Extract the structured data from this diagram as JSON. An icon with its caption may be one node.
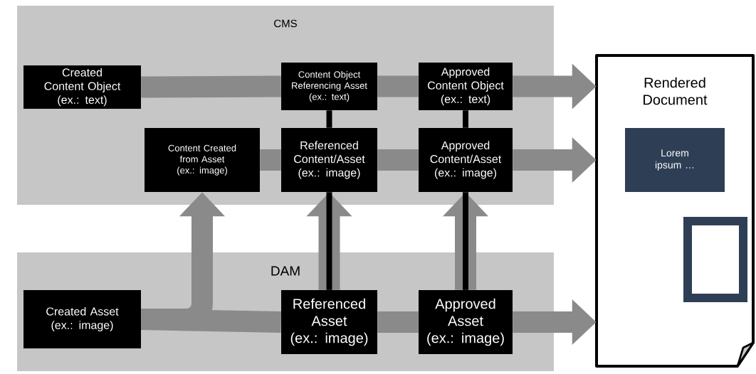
{
  "diagram": {
    "nodes": [
      {
        "text": [
          "CMS"
        ]
      },
      {
        "text": [
          "Created Content Object",
          "(ex.: text)"
        ],
        "in": 0
      },
      {
        "text": [
          "Content Object Referencing Asset",
          "(ex.: text)"
        ],
        "in": 0
      },
      {
        "text": [
          "Approved Content Object",
          "(ex.: text)"
        ],
        "in": 0
      },
      {
        "text": [
          "Content Created from Asset",
          "(ex.: image)"
        ],
        "in": 0
      },
      {
        "text": [
          "Referenced Content/Asset",
          "(ex.: image)"
        ],
        "in": 0
      },
      {
        "text": [
          "Approved Content/Asset",
          "(ex.: image)"
        ],
        "in": 0
      },
      {
        "text": [
          "DAM"
        ]
      },
      {
        "text": [
          "Created Asset",
          "(ex.: image)"
        ],
        "in": 7
      },
      {
        "text": [
          "Referenced Asset",
          "(ex.: image)"
        ],
        "in": 7
      },
      {
        "text": [
          "Approved Asset",
          "(ex.: image)"
        ],
        "in": 7
      },
      {
        "text": [
          "Rendered Document"
        ]
      },
      {
        "text": [
          "Lorem ipsum …"
        ],
        "in": 11
      },
      {
        "text": [],
        "shape": "box",
        "in": 11
      }
    ],
    "edges": [
      {
        "from": 1,
        "to": 2,
        "arrow": "none"
      },
      {
        "from": 2,
        "to": 3,
        "arrow": "none"
      },
      {
        "from": 3,
        "to": 11,
        "arrow": "to"
      },
      {
        "from": 4,
        "to": 5,
        "arrow": "none"
      },
      {
        "from": 5,
        "to": 6,
        "arrow": "none"
      },
      {
        "from": 6,
        "to": 11,
        "arrow": "to"
      },
      {
        "from": 8,
        "to": 9,
        "arrow": "none"
      },
      {
        "from": 9,
        "to": 10,
        "arrow": "none"
      },
      {
        "from": 10,
        "to": 11,
        "arrow": "to"
      },
      {
        "from": 8,
        "to": 4,
        "arrow": "to"
      },
      {
        "from": 9,
        "to": 5,
        "arrow": "to"
      },
      {
        "from": 10,
        "to": 6,
        "arrow": "to"
      },
      {
        "from": 2,
        "to": 5,
        "arrow": "none",
        "color": "#000000"
      },
      {
        "from": 5,
        "to": 9,
        "arrow": "none",
        "color": "#000000"
      },
      {
        "from": 3,
        "to": 6,
        "arrow": "none",
        "color": "#000000"
      },
      {
        "from": 6,
        "to": 10,
        "arrow": "none",
        "color": "#000000"
      }
    ]
  }
}
